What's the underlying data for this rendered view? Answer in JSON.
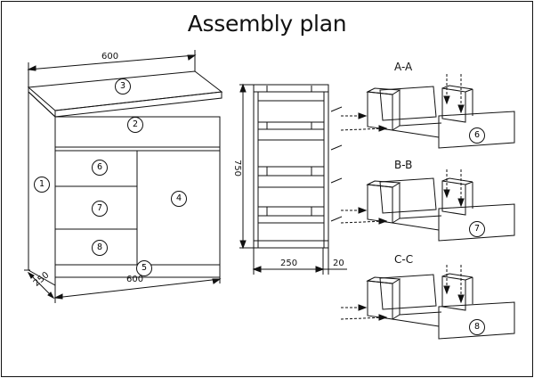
{
  "title": "Assembly plan",
  "dimensions": {
    "top_width": "600",
    "bottom_width": "600",
    "depth_left": "250",
    "height": "750",
    "side_depth": "250",
    "side_offset": "20"
  },
  "callouts": [
    "1",
    "2",
    "3",
    "4",
    "5",
    "6",
    "7",
    "8"
  ],
  "sections": [
    {
      "label": "A-A",
      "part": "6"
    },
    {
      "label": "B-B",
      "part": "7"
    },
    {
      "label": "C-C",
      "part": "8"
    }
  ]
}
